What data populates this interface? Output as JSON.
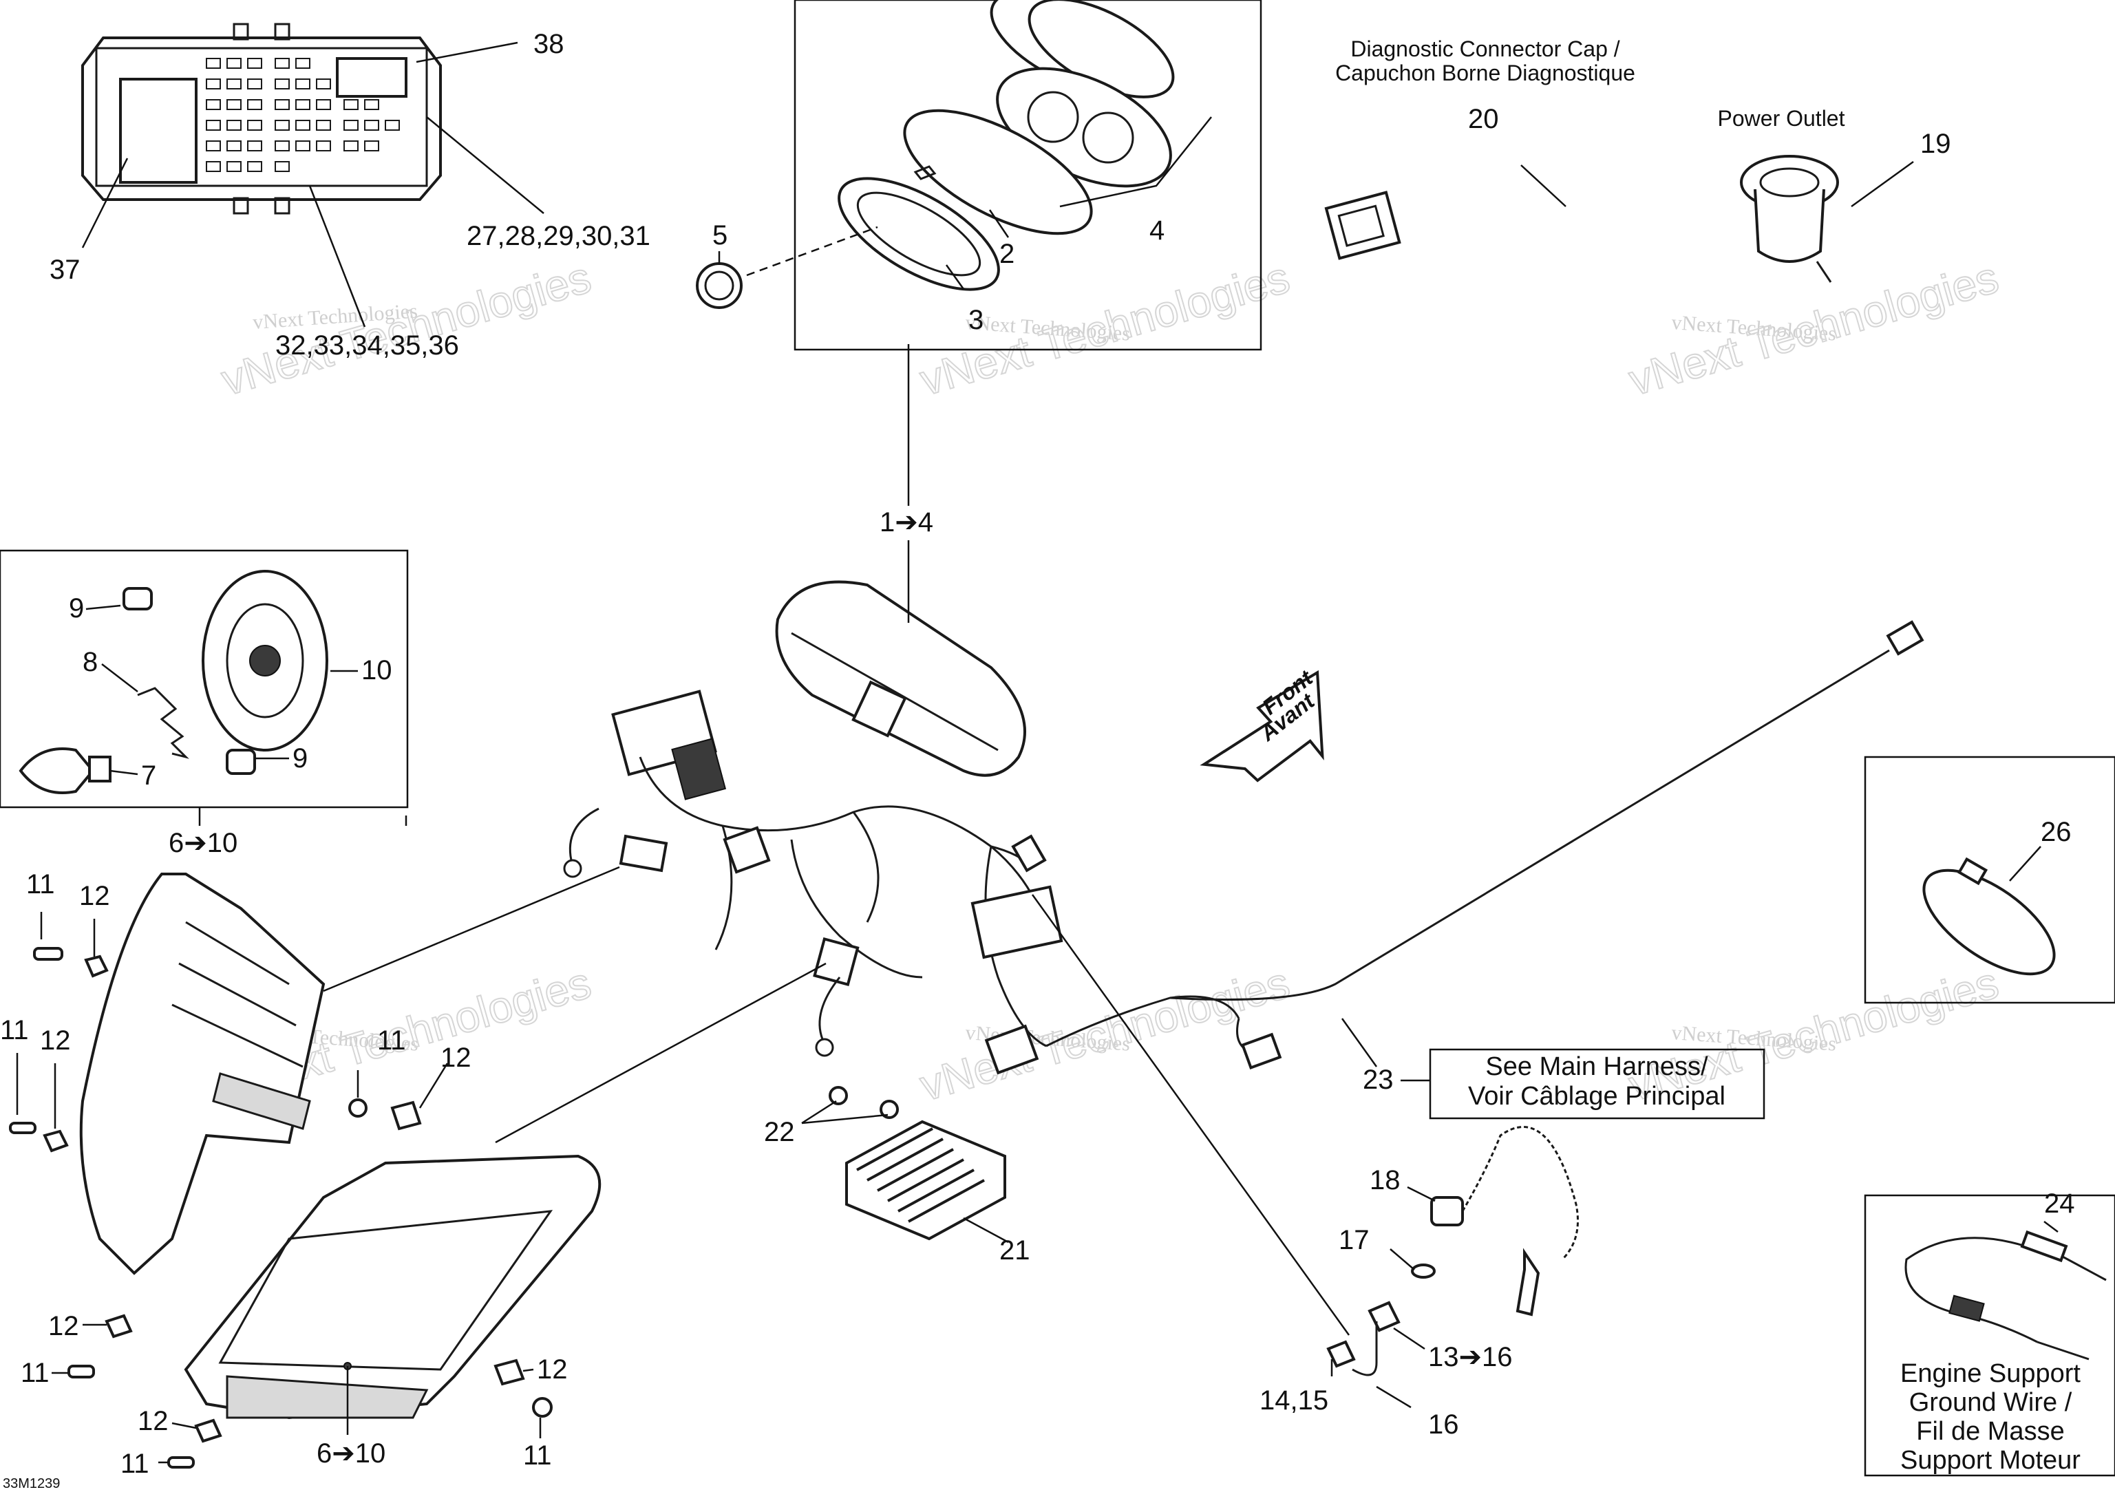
{
  "diagram": {
    "code": "33M1239",
    "watermark_line1": "vNext Technologies",
    "watermark_line2": "vNext Technologies",
    "callouts": {
      "c1_4": "1➔4",
      "c2": "2",
      "c3": "3",
      "c4": "4",
      "c5": "5",
      "c6_10_top": "6➔10",
      "c6_10_bottom": "6➔10",
      "c7": "7",
      "c8": "8",
      "c9_top": "9",
      "c9_bottom": "9",
      "c10": "10",
      "c11_a": "11",
      "c11_b": "11",
      "c11_c": "11",
      "c11_d": "11",
      "c11_e": "11",
      "c11_f": "11",
      "c12_a": "12",
      "c12_b": "12",
      "c12_c": "12",
      "c12_d": "12",
      "c12_e": "12",
      "c12_f": "12",
      "c13_16": "13➔16",
      "c14_15": "14,15",
      "c16": "16",
      "c17": "17",
      "c18": "18",
      "c19": "19",
      "c20": "20",
      "c21": "21",
      "c22": "22",
      "c23": "23",
      "c24": "24",
      "c26": "26",
      "c27_31": "27,28,29,30,31",
      "c32_36": "32,33,34,35,36",
      "c37": "37",
      "c38": "38"
    },
    "notes": {
      "diag_cap_line1": "Diagnostic Connector Cap /",
      "diag_cap_line2": "Capuchon Borne Diagnostique",
      "power_outlet": "Power Outlet",
      "front_line1": "Front",
      "front_line2": "Avant",
      "main_harness_line1": "See Main Harness/",
      "main_harness_line2": "Voir Câblage Principal",
      "ground_line1": "Engine Support",
      "ground_line2": "Ground Wire /",
      "ground_line3": "Fil de Masse",
      "ground_line4": "Support Moteur"
    }
  }
}
